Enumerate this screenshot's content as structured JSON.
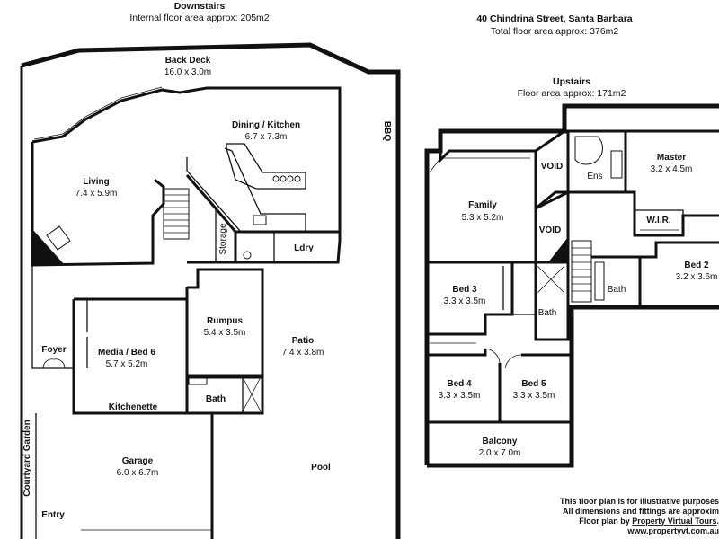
{
  "header": {
    "downstairs_title": "Downstairs",
    "downstairs_area": "Internal floor area approx: 205m2",
    "address": "40 Chindrina Street, Santa Barbara",
    "total_area": "Total floor area approx: 376m2",
    "upstairs_title": "Upstairs",
    "upstairs_area": "Floor area approx: 171m2"
  },
  "downstairs_rooms": {
    "back_deck": {
      "name": "Back Deck",
      "dims": "16.0 x 3.0m"
    },
    "dining_kitchen": {
      "name": "Dining / Kitchen",
      "dims": "6.7 x 7.3m"
    },
    "living": {
      "name": "Living",
      "dims": "7.4 x 5.9m"
    },
    "storage": {
      "name": "Storage"
    },
    "laundry": {
      "name": "Ldry"
    },
    "rumpus": {
      "name": "Rumpus",
      "dims": "5.4 x 3.5m"
    },
    "patio": {
      "name": "Patio",
      "dims": "7.4 x 3.8m"
    },
    "foyer": {
      "name": "Foyer"
    },
    "media": {
      "name": "Media / Bed 6",
      "dims": "5.7 x 5.2m"
    },
    "kitchenette": {
      "name": "Kitchenette"
    },
    "bath": {
      "name": "Bath"
    },
    "garage": {
      "name": "Garage",
      "dims": "6.0 x 6.7m"
    },
    "pool": {
      "name": "Pool"
    },
    "bbq": {
      "name": "BBQ"
    },
    "courtyard": {
      "name": "Courtyard Garden"
    },
    "entry": {
      "name": "Entry"
    }
  },
  "upstairs_rooms": {
    "void_top": {
      "name": "VOID"
    },
    "void_bottom": {
      "name": "VOID"
    },
    "family": {
      "name": "Family",
      "dims": "5.3 x 5.2m"
    },
    "ensuite": {
      "name": "Ens"
    },
    "master": {
      "name": "Master",
      "dims": "3.2 x 4.5m"
    },
    "wir": {
      "name": "W.I.R."
    },
    "bed2": {
      "name": "Bed 2",
      "dims": "3.2 x 3.6m"
    },
    "bath_right": {
      "name": "Bath"
    },
    "bed3": {
      "name": "Bed 3",
      "dims": "3.3 x 3.5m"
    },
    "bath_mid": {
      "name": "Bath"
    },
    "bed4": {
      "name": "Bed 4",
      "dims": "3.3 x 3.5m"
    },
    "bed5": {
      "name": "Bed 5",
      "dims": "3.3 x 3.5m"
    },
    "balcony": {
      "name": "Balcony",
      "dims": "2.0 x 7.0m"
    }
  },
  "disclaimer": {
    "line1": "This floor plan is for illustrative purposes",
    "line2": "All dimensions and fittings are approxim",
    "line3_prefix": "Floor plan by ",
    "line3_link": "Property Virtual Tours",
    "line3_suffix": ".",
    "url": "www.propertyvt.com.au"
  }
}
